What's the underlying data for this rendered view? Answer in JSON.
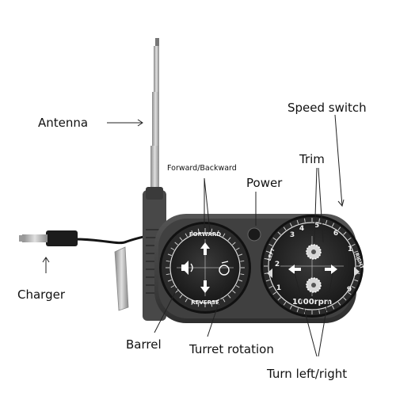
{
  "labels": {
    "antenna": "Antenna",
    "speed_switch": "Speed switch",
    "forward_backward": "Forward/Backward",
    "trim": "Trim",
    "power": "Power",
    "charger": "Charger",
    "barrel": "Barrel",
    "turret_rotation": "Turret rotation",
    "turn_left_right": "Turn left/right"
  },
  "left_dial": {
    "top_text": "FORWARD",
    "bottom_text": "REVERSE"
  },
  "right_dial": {
    "numbers": [
      "3",
      "4",
      "5",
      "6",
      "2",
      "1",
      "1",
      "9"
    ],
    "left_text": "LEFT",
    "right_text": "RIGHT",
    "rpm_text": "1000rpm"
  },
  "colors": {
    "body": "#3d3d3d",
    "dial_face": "#232323",
    "background": "#ffffff"
  }
}
